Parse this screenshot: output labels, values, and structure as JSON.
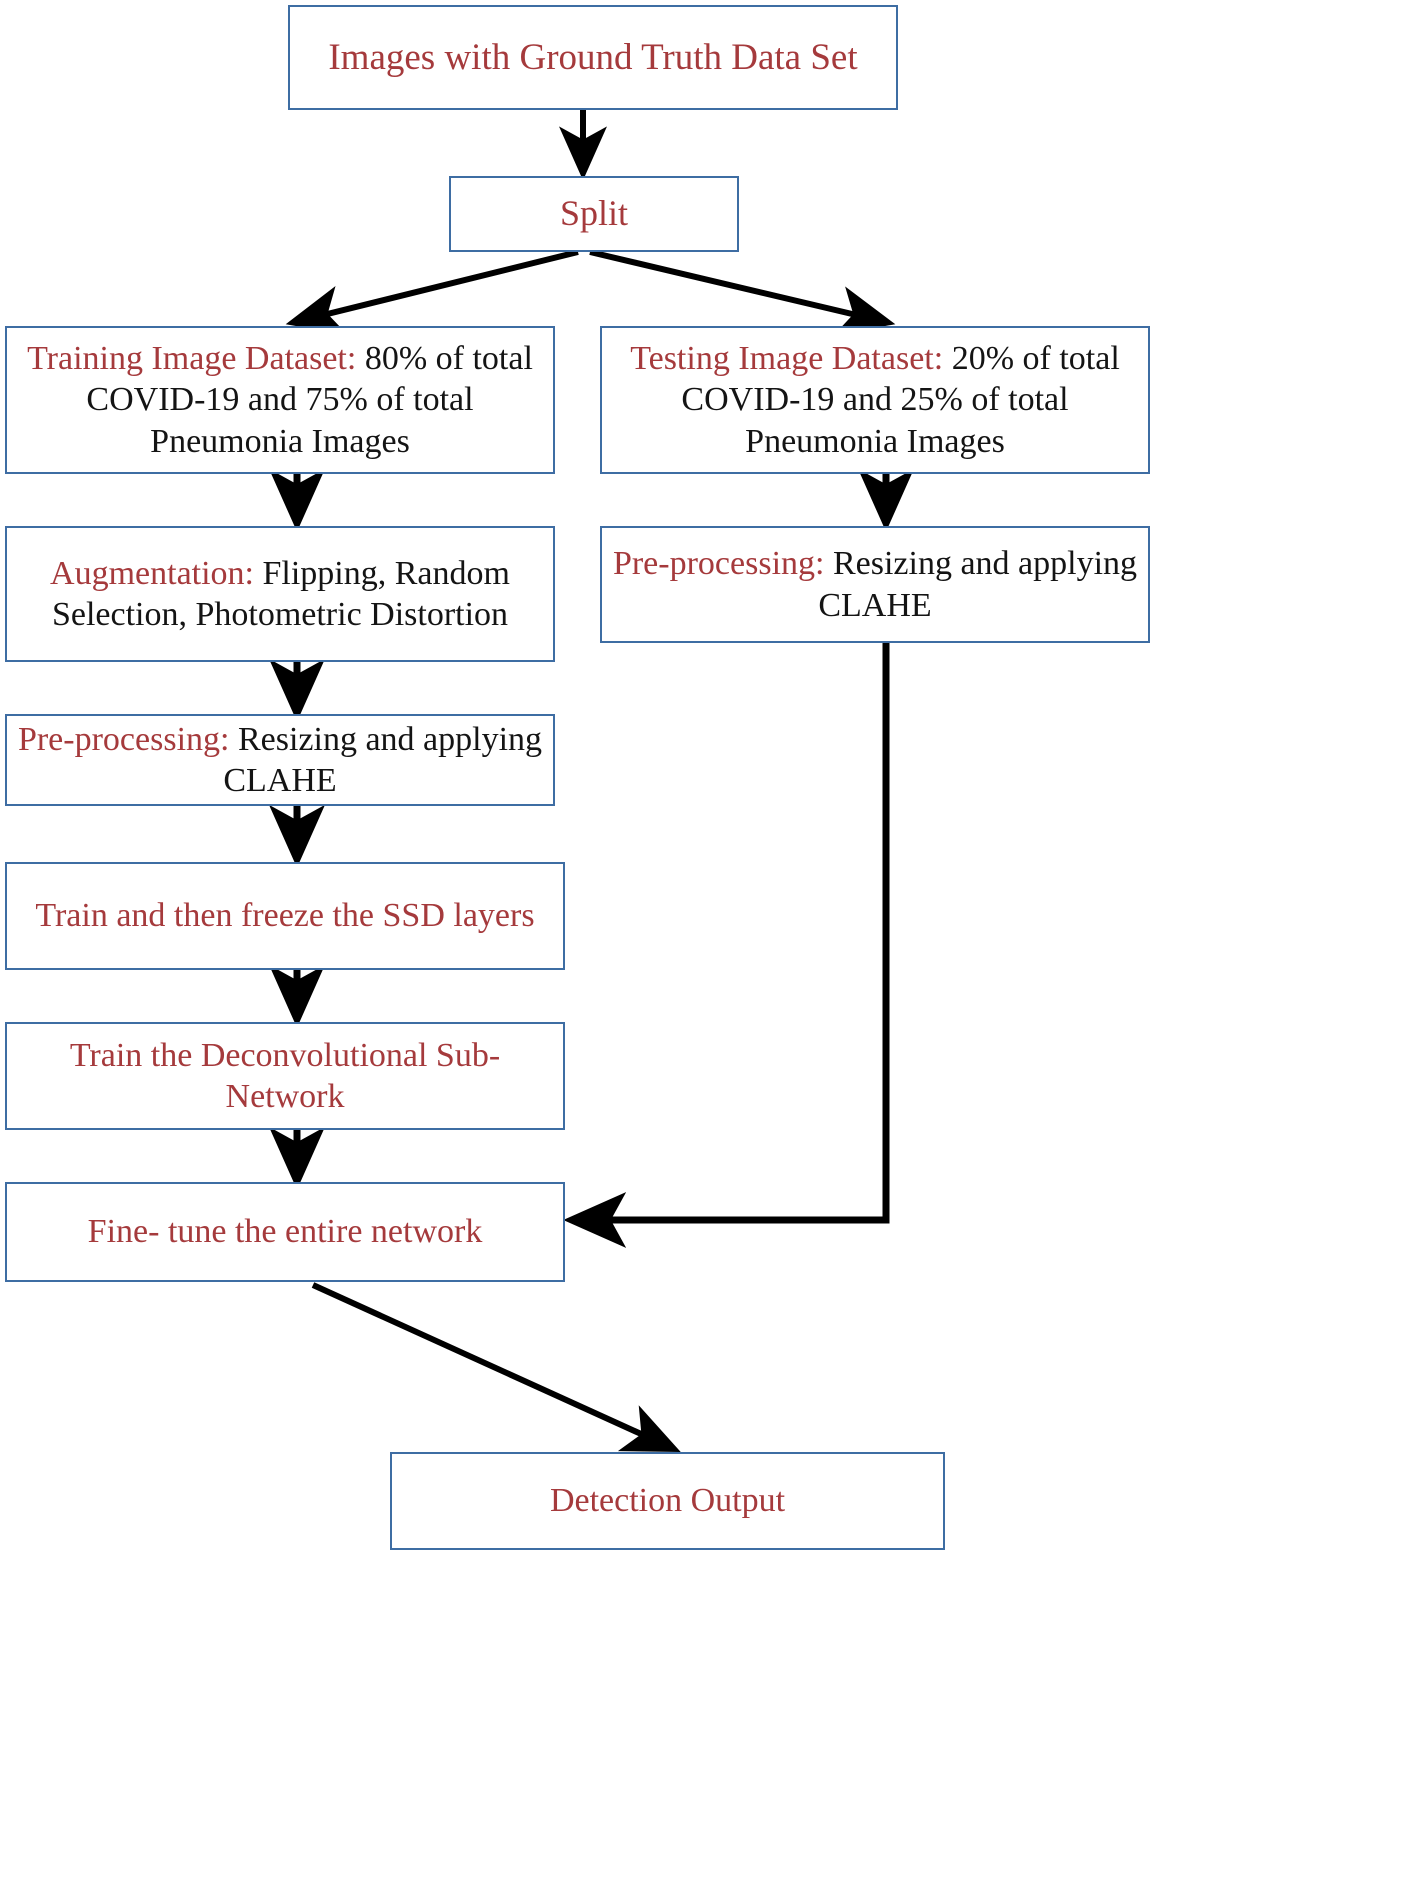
{
  "diagram": {
    "title": "COVID-19 / Pneumonia Detection Training Pipeline Flowchart",
    "colors": {
      "box_border": "#3E6DA3",
      "label_red": "#A53A3C",
      "detail_black": "#141414",
      "arrow": "#000000",
      "background": "#FFFFFF"
    },
    "nodes": {
      "source": {
        "label": "Images with Ground Truth Data Set"
      },
      "split": {
        "label": "Split"
      },
      "training_dataset": {
        "label": "Training Image Dataset:",
        "detail": " 80% of total COVID-19 and 75% of total Pneumonia Images"
      },
      "testing_dataset": {
        "label": "Testing Image Dataset:",
        "detail": " 20% of total COVID-19 and 25% of total Pneumonia Images"
      },
      "augmentation": {
        "label": "Augmentation:",
        "detail": " Flipping, Random Selection, Photometric Distortion"
      },
      "preprocessing_train": {
        "label": "Pre-processing:",
        "detail": "  Resizing and applying CLAHE"
      },
      "preprocessing_test": {
        "label": "Pre-processing:",
        "detail": " Resizing and applying CLAHE"
      },
      "train_freeze_ssd": {
        "label": "Train and then freeze the SSD layers"
      },
      "train_deconv": {
        "label": "Train the Deconvolutional Sub- Network"
      },
      "fine_tune": {
        "label": "Fine- tune the entire network"
      },
      "detection_output": {
        "label": "Detection Output"
      }
    },
    "edges": [
      {
        "name": "source-to-split",
        "from": "source",
        "to": "split",
        "style": "straight-down"
      },
      {
        "name": "split-to-training",
        "from": "split",
        "to": "training_dataset",
        "style": "diagonal-left"
      },
      {
        "name": "split-to-testing",
        "from": "split",
        "to": "testing_dataset",
        "style": "diagonal-right"
      },
      {
        "name": "training-to-augmentation",
        "from": "training_dataset",
        "to": "augmentation",
        "style": "straight-down"
      },
      {
        "name": "augmentation-to-preprocessing",
        "from": "augmentation",
        "to": "preprocessing_train",
        "style": "straight-down"
      },
      {
        "name": "preprocessing-to-train-freeze",
        "from": "preprocessing_train",
        "to": "train_freeze_ssd",
        "style": "straight-down"
      },
      {
        "name": "train-freeze-to-deconv",
        "from": "train_freeze_ssd",
        "to": "train_deconv",
        "style": "straight-down"
      },
      {
        "name": "deconv-to-fine-tune",
        "from": "train_deconv",
        "to": "fine_tune",
        "style": "straight-down"
      },
      {
        "name": "testing-to-preprocessing-test",
        "from": "testing_dataset",
        "to": "preprocessing_test",
        "style": "straight-down"
      },
      {
        "name": "preprocessing-test-to-fine-tune",
        "from": "preprocessing_test",
        "to": "fine_tune",
        "style": "down-then-left"
      },
      {
        "name": "fine-tune-to-detection-output",
        "from": "fine_tune",
        "to": "detection_output",
        "style": "diagonal-right-down"
      }
    ]
  }
}
